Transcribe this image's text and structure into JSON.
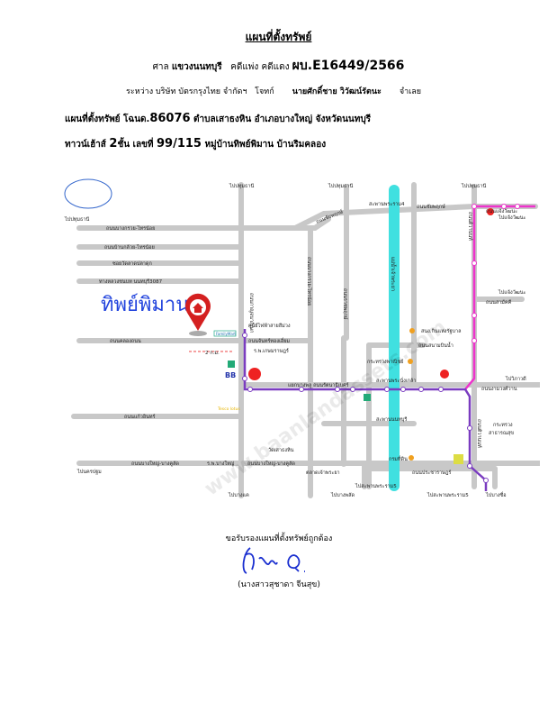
{
  "title": "แผนที่ตั้งทรัพย์",
  "court": {
    "prefix": "ศาล",
    "name": "แขวงนนทบุรี",
    "case_type": "คดีแพ่ง คดีแดง",
    "case_no": "ผบ.E16449/2566"
  },
  "parties": {
    "between": "ระหว่าง บริษัท บัตรกรุงไทย จำกัดฯ",
    "plaintiff_label": "โจทก์",
    "defendant": "นายศักดิ์ชาย  วิวัฒน์รัตนะ",
    "defendant_label": "จำเลย"
  },
  "location": {
    "prefix": "แผนที่ตั้งทรัพย์ โฉนด.",
    "deed_no": "86076",
    "area": "ตำบลเสาธงหิน อำเภอบางใหญ่ จังหวัดนนทบุรี"
  },
  "property": {
    "type": "ทาวน์เฮ้าส์",
    "floors": "2",
    "floors_suffix": "ชั้น เลขที่",
    "house_no": "99/115",
    "village": "หมู่บ้านทิพย์พิมาน บ้านริมคลอง"
  },
  "map": {
    "village_name": "ทิพย์พิมาน",
    "watermark": "www.baanlandassets.com",
    "logos": [
      "FamilyMart",
      "Central",
      "BB",
      "Tesco lotus",
      "7-11"
    ],
    "labels": [
      "ไปปทุมธานี",
      "ไปปทุมธานี",
      "ไปปทุมธานี",
      "ไปปทุมธานี",
      "ถนนบางกรวย-ไทรน้อย",
      "ถนนบ้านกล้วย-ไทรน้อย",
      "ซอยวัดลาดปลาดุก",
      "ทางหลวงชนบท นนทบุรี3087",
      "ถนนคลองถนน",
      "2 ก.ม.",
      "ถนนกาญจนาภิเษก",
      "ถนนบางกรวย-ไทรน้อย",
      "ถนนราชพฤกษ์",
      "แม่น้ำเจ้าพระยา",
      "สะพานพระราม4",
      "ถนนชัยพฤกษ์",
      "ถนนชัยพฤกษ์",
      "ถนนแจ้งวัฒนะ",
      "ไปแจ้งวัฒนะ",
      "ถนนติวานนท์",
      "ไปแจ้งวัฒนะ",
      "ถนนสามัคคี",
      "สนง.กินแห่งรัฐบาล",
      "ถนนสนามบินน้ำ",
      "กระทรวงพาณิชย์",
      "ไปวิภาวดี",
      "ถนนงามวงศ์วาน",
      "แยกบางพลู ถนนรัตนาธิเบศร์",
      "สะพานพระนั่งเกล้า",
      "สะพานนนทบุรี",
      "ถนนติวานนท์",
      "กระทรวง",
      "สาธารณสุข",
      "กรมที่ดิน",
      "ถนนประชาราษฎร์",
      "ตลาดเจ้าพระยา",
      "ไปสะพานพระราม5",
      "ไปบางพลัด",
      "ไปสะพานพระราม5",
      "ไปบางซื่อ",
      "ไปบางแค",
      "ไปนครปฐม",
      "ถนนบางใหญ่-บางคูลัด",
      "ร.พ.บางใหญ่",
      "ถนนบางใหญ่-บางคูลัด",
      "วัดเสาธงหิน",
      "ถนนแก้วอินทร์",
      "ศูนย์ไฟฟ้าสายสีม่วง",
      "ถนนจันทร์ทองเอี่ยม",
      "ร.พ.เกษมราษฎร์"
    ]
  },
  "signature": {
    "confirm": "ขอรับรองแผนที่ตั้งทรัพย์ถูกต้อง",
    "name": "(นางสาวสุชาดา   จีนสุข)"
  },
  "colors": {
    "road": "#c8c8c8",
    "river": "#40e0e0",
    "pink_line": "#ee33cc",
    "purple_line": "#7a3cc0",
    "brand": "#2244dd",
    "pin": "#d42020"
  }
}
